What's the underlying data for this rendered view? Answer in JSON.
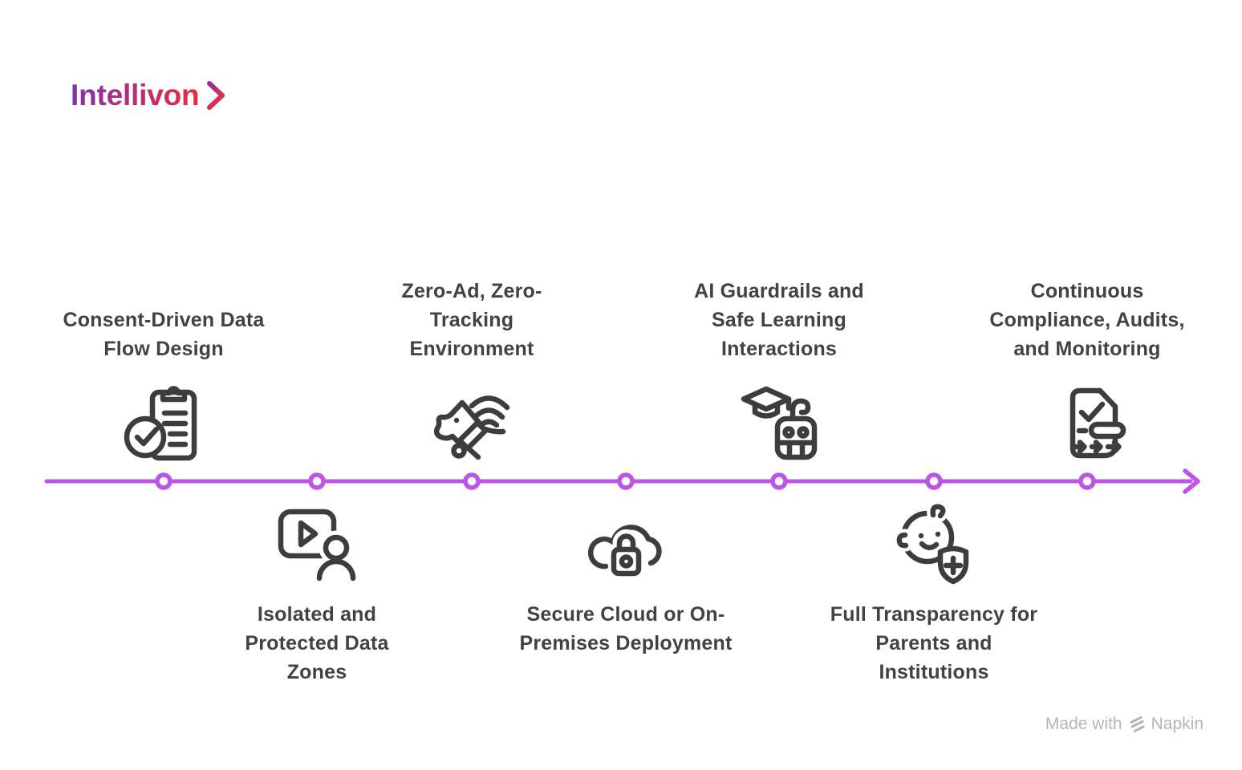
{
  "logo": {
    "text": "Intellivon",
    "chevron_icon": "chevron-right-icon"
  },
  "items": [
    {
      "title": "Consent-Driven Data\nFlow Design",
      "icon": "clipboard-check-icon",
      "side": "above"
    },
    {
      "title": "Isolated and\nProtected Data\nZones",
      "icon": "video-person-icon",
      "side": "below"
    },
    {
      "title": "Zero-Ad, Zero-\nTracking\nEnvironment",
      "icon": "dog-tracking-collar-icon",
      "side": "above"
    },
    {
      "title": "Secure Cloud or On-\nPremises Deployment",
      "icon": "cloud-lock-icon",
      "side": "below"
    },
    {
      "title": "AI Guardrails and\nSafe Learning\nInteractions",
      "icon": "graduation-cap-robot-icon",
      "side": "above"
    },
    {
      "title": "Full Transparency for\nParents and\nInstitutions",
      "icon": "baby-shield-icon",
      "side": "below"
    },
    {
      "title": "Continuous\nCompliance, Audits,\nand Monitoring",
      "icon": "document-audit-icon",
      "side": "above"
    }
  ],
  "watermark": {
    "prefix": "Made with",
    "brand": "Napkin"
  },
  "colors": {
    "background": "#ffffff",
    "timeline": "#bd54e6",
    "title_text": "#424242",
    "icon_stroke": "#3d3d3d",
    "watermark_text": "#b5b5b5",
    "logo_gradient_start": "#7c35ae",
    "logo_gradient_end": "#e62e3c"
  }
}
